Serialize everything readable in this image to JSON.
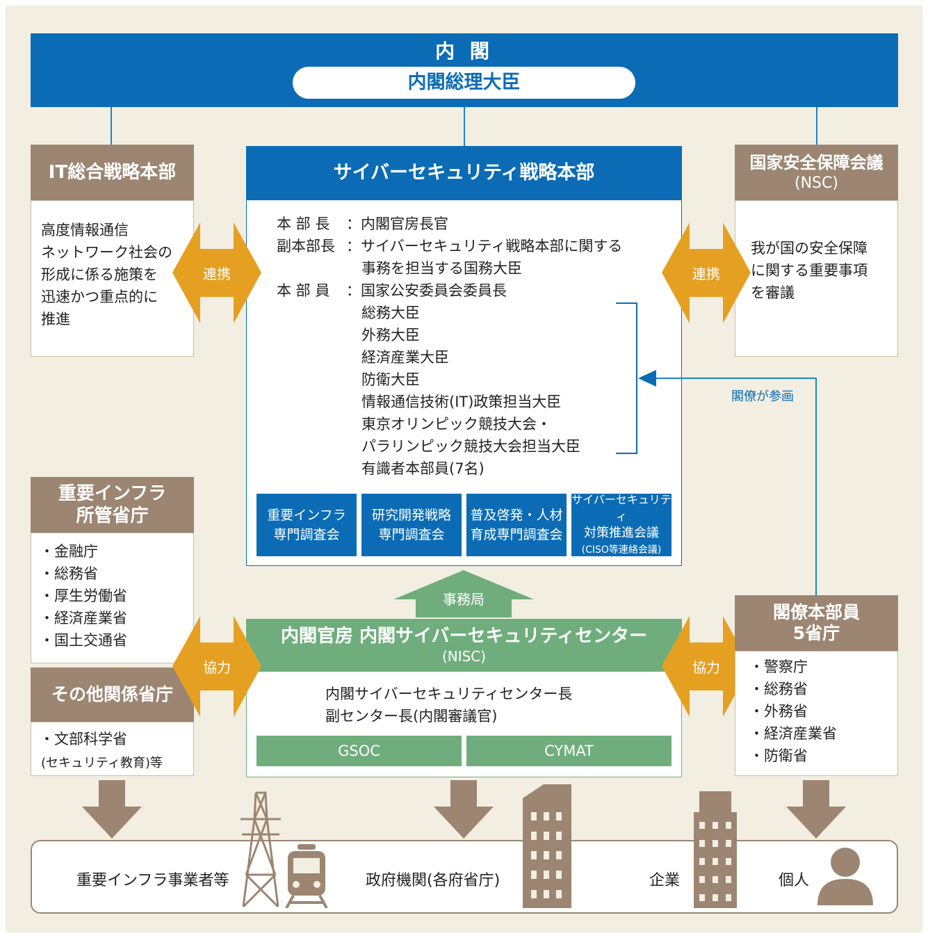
{
  "cabinet": {
    "title": "内 閣",
    "pm": "内閣総理大臣"
  },
  "it_hq": {
    "title": "IT総合戦略本部",
    "lines": [
      "高度情報通信",
      "ネットワーク社会の",
      "形成に係る施策を",
      "迅速かつ重点的に",
      "推進"
    ]
  },
  "nsc": {
    "title": "国家安全保障会議",
    "subtitle": "(NSC)",
    "lines": [
      "我が国の安全保障",
      "に関する重要事項",
      "を審議"
    ]
  },
  "cyber_hq": {
    "title": "サイバーセキュリティ戦略本部",
    "chief_label": "本 部 長",
    "chief": "：内閣官房長官",
    "vice_label": "副本部長",
    "vice_1": "：サイバーセキュリティ戦略本部に関する",
    "vice_2": "事務を担当する国務大臣",
    "member_label": "本 部 員",
    "member_first": "：国家公安委員会委員長",
    "members": [
      "総務大臣",
      "外務大臣",
      "経済産業大臣",
      "防衛大臣",
      "情報通信技術(IT)政策担当大臣",
      "東京オリンピック競技大会・",
      "パラリンピック競技大会担当大臣",
      "有識者本部員(7名)"
    ],
    "committees": [
      {
        "line1": "重要インフラ",
        "line2": "専門調査会",
        "line3": ""
      },
      {
        "line1": "研究開発戦略",
        "line2": "専門調査会",
        "line3": ""
      },
      {
        "line1": "普及啓発・人材",
        "line2": "育成専門調査会",
        "line3": ""
      },
      {
        "line1": "サイバーセキュリティ",
        "line2": "対策推進会議",
        "line3": "(CISO等連絡会議)"
      }
    ]
  },
  "labels": {
    "renkei_left": "連携",
    "renkei_right": "連携",
    "kyoryoku_left": "協力",
    "kyoryoku_right": "協力",
    "jimukyoku": "事務局",
    "kakuryo_sankaku": "閣僚が参画"
  },
  "infra_ministries": {
    "title_1": "重要インフラ",
    "title_2": "所管省庁",
    "items": [
      "・金融庁",
      "・総務省",
      "・厚生労働省",
      "・経済産業省",
      "・国土交通省"
    ]
  },
  "other_ministries": {
    "title": "その他関係省庁",
    "line1": "・文部科学省",
    "line2": "(セキュリティ教育)等"
  },
  "nisc": {
    "title": "内閣官房 内閣サイバーセキュリティセンター",
    "subtitle": "(NISC)",
    "line1": "内閣サイバーセキュリティセンター長",
    "line2": "副センター長(内閣審議官)",
    "gsoc": "GSOC",
    "cymat": "CYMAT"
  },
  "minister_members": {
    "title_1": "閣僚本部員",
    "title_2": "5省庁",
    "items": [
      "・警察庁",
      "・総務省",
      "・外務省",
      "・経済産業省",
      "・防衛省"
    ]
  },
  "bottom": {
    "infra_operators": "重要インフラ事業者等",
    "government": "政府機関(各府省庁)",
    "companies": "企業",
    "individuals": "個人"
  },
  "colors": {
    "blue": "#0b6cb5",
    "brown": "#9c8571",
    "green": "#6fae7c",
    "orange": "#e5a021",
    "beige": "#f2eee2"
  }
}
